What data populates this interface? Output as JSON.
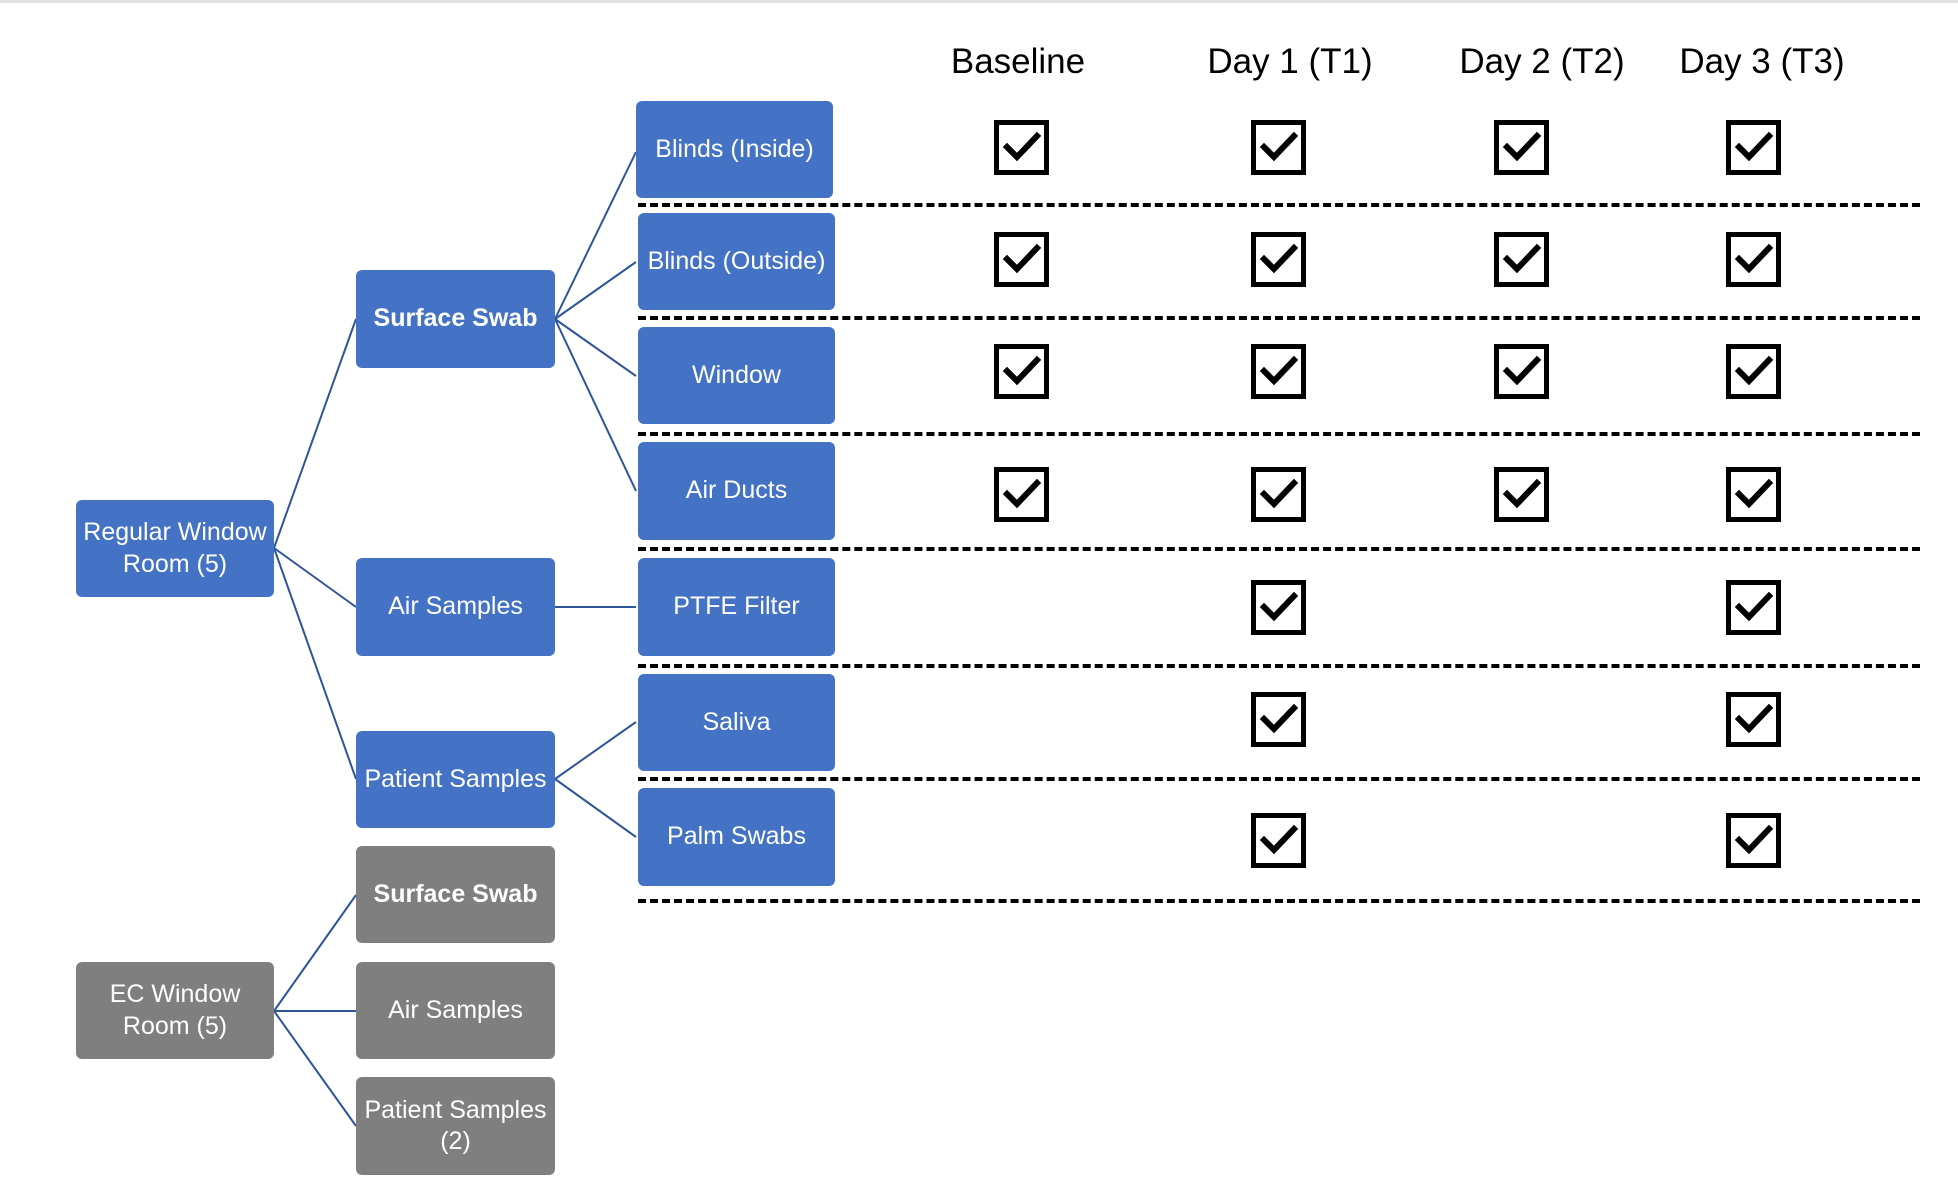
{
  "columns": [
    "Baseline",
    "Day 1 (T1)",
    "Day 2 (T2)",
    "Day 3 (T3)"
  ],
  "tree": {
    "regular_room": "Regular Window Room (5)",
    "regular_categories": {
      "surface_swab": "Surface Swab",
      "air_samples": "Air Samples",
      "patient_samples": "Patient Samples"
    },
    "ec_room": "EC Window Room (5)",
    "ec_categories": {
      "surface_swab": "Surface Swab",
      "air_samples": "Air Samples",
      "patient_samples": "Patient Samples (2)"
    }
  },
  "rows": [
    {
      "label": "Blinds (Inside)",
      "checks": [
        true,
        true,
        true,
        true
      ]
    },
    {
      "label": "Blinds (Outside)",
      "checks": [
        true,
        true,
        true,
        true
      ]
    },
    {
      "label": "Window",
      "checks": [
        true,
        true,
        true,
        true
      ]
    },
    {
      "label": "Air Ducts",
      "checks": [
        true,
        true,
        true,
        true
      ]
    },
    {
      "label": "PTFE Filter",
      "checks": [
        false,
        true,
        false,
        true
      ]
    },
    {
      "label": "Saliva",
      "checks": [
        false,
        true,
        false,
        true
      ]
    },
    {
      "label": "Palm Swabs",
      "checks": [
        false,
        true,
        false,
        true
      ]
    }
  ],
  "colors": {
    "regular_node": "#4472c4",
    "ec_node": "#7f7f7f",
    "connector": "#2f5597",
    "connector_gray": "#2f5597"
  }
}
